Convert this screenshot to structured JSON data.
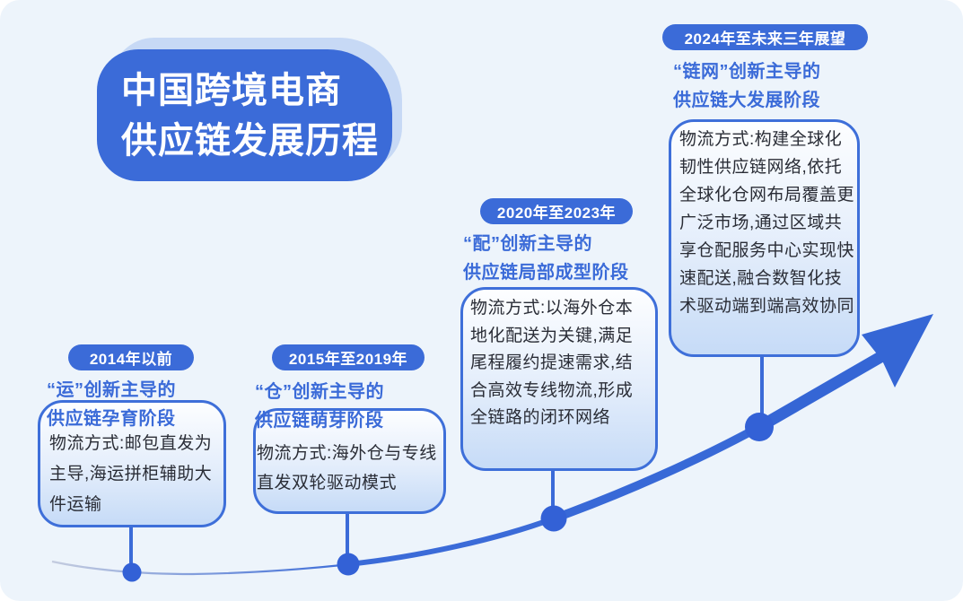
{
  "colors": {
    "accent": "#3B6BD8",
    "background": "#EDF4FB",
    "card_border": "#3E6FD9",
    "card_fill_top": "#FDFEFF",
    "card_fill_bottom": "#C6DBF7",
    "title_shadow": "#C7D9F5",
    "body_text": "#2A2D36"
  },
  "title": {
    "lines": [
      "中国跨境电商",
      "供应链发展历程"
    ]
  },
  "stages": [
    {
      "badge": "2014年以前",
      "heading": [
        "“运”创新主导的",
        "供应链孕育阶段"
      ],
      "body": "物流方式:邮包直发为主导,海运拼柜辅助大件运输"
    },
    {
      "badge": "2015年至2019年",
      "heading": [
        "“仓”创新主导的",
        "供应链萌芽阶段"
      ],
      "body": "物流方式:海外仓与专线直发双轮驱动模式"
    },
    {
      "badge": "2020年至2023年",
      "heading": [
        "“配”创新主导的",
        "供应链局部成型阶段"
      ],
      "body": "物流方式:以海外仓本地化配送为关键,满足尾程履约提速需求,结合高效专线物流,形成全链路的闭环网络"
    },
    {
      "badge": "2024年至未来三年展望",
      "heading": [
        "“链网”创新主导的",
        "供应链大发展阶段"
      ],
      "body": "物流方式:构建全球化韧性供应链网络,依托全球化仓网布局覆盖更广泛市场,通过区域共享仓配服务中心实现快速配送,融合数智化技术驱动端到端高效协同"
    }
  ]
}
